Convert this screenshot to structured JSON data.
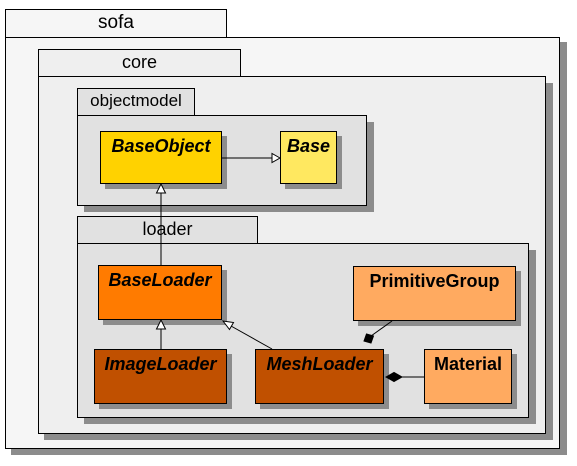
{
  "packages": {
    "sofa": "sofa",
    "core": "core",
    "objectmodel": "objectmodel",
    "loader": "loader"
  },
  "classes": {
    "base_object": "BaseObject",
    "base": "Base",
    "base_loader": "BaseLoader",
    "primitive_group": "PrimitiveGroup",
    "image_loader": "ImageLoader",
    "mesh_loader": "MeshLoader",
    "material": "Material"
  },
  "colors": {
    "base_object": "#ffd200",
    "base": "#ffe860",
    "base_loader": "#ff7b00",
    "primitive_group": "#ffaa60",
    "image_loader": "#c05000",
    "mesh_loader": "#c05000",
    "material": "#ffaa60"
  }
}
